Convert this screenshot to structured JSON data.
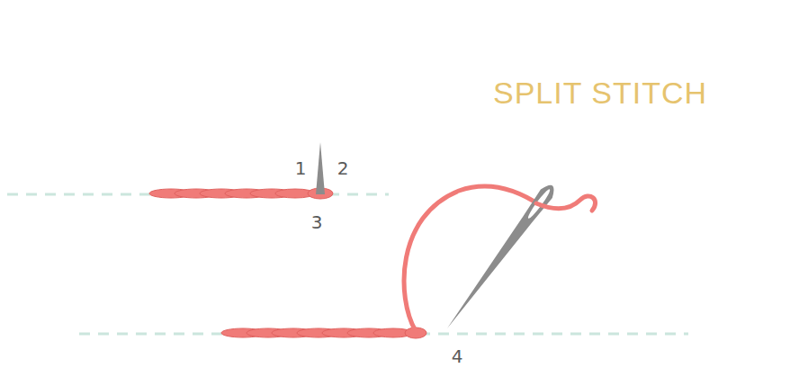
{
  "diagram": {
    "title": "SPLIT STITCH",
    "labels": [
      "1",
      "2",
      "3",
      "4"
    ]
  }
}
